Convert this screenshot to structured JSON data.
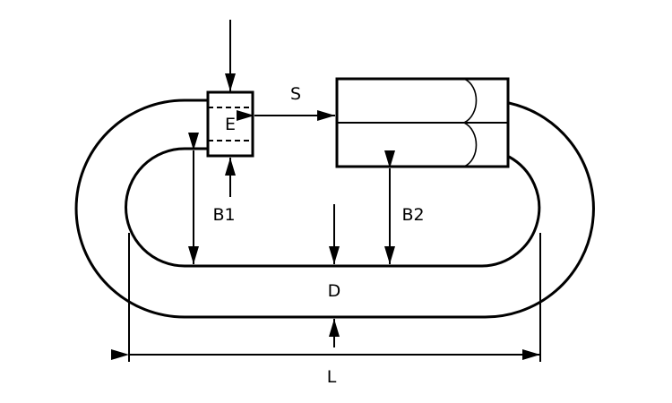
{
  "labels": {
    "e": "E",
    "s": "S",
    "b1": "B1",
    "b2": "B2",
    "d": "D",
    "l": "L"
  },
  "colors": {
    "line": "#000000",
    "background": "#ffffff"
  }
}
